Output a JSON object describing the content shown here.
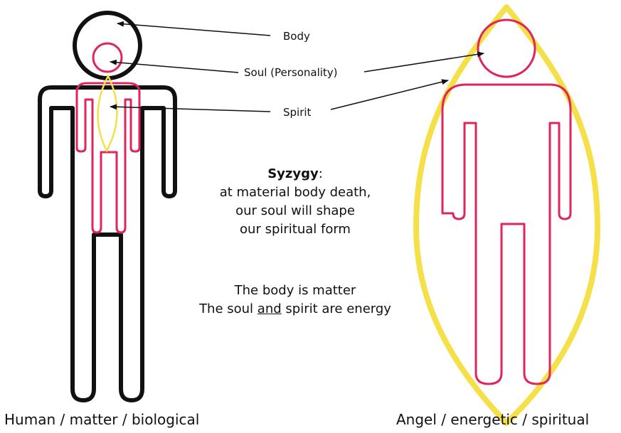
{
  "labels": {
    "body": "Body",
    "soul": "Soul (Personality)",
    "spirit": "Spirit"
  },
  "center": {
    "title": "Syzygy",
    "title_suffix": ":",
    "lines": [
      "at material body death,",
      "our soul will shape",
      "our spiritual form"
    ],
    "matter_line": "The body is matter",
    "energy_line_before": "The soul ",
    "energy_line_underlined": "and",
    "energy_line_after": " spirit are energy"
  },
  "captions": {
    "left": "Human / matter / biological",
    "right": "Angel / energetic / spiritual"
  },
  "colors": {
    "body_outline": "#111111",
    "soul_outline": "#e0245e",
    "spirit_outline": "#f5e04a",
    "arrow": "#111111"
  }
}
